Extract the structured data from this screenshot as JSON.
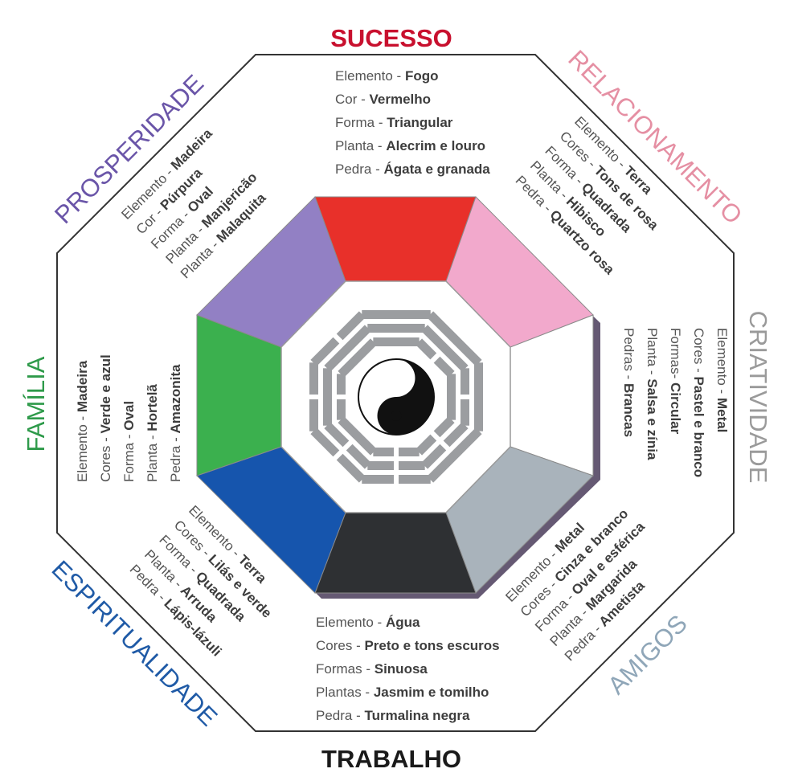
{
  "areas": {
    "sucesso": {
      "title": "SUCESSO",
      "color": "#c8102e",
      "rows": [
        {
          "k": "Elemento - ",
          "v": "Fogo"
        },
        {
          "k": "Cor - ",
          "v": "Vermelho"
        },
        {
          "k": "Forma - ",
          "v": "Triangular"
        },
        {
          "k": "Planta - ",
          "v": "Alecrim e louro"
        },
        {
          "k": "Pedra - ",
          "v": "Ágata e granada"
        }
      ]
    },
    "relacionamento": {
      "title": "RELACIONAMENTO",
      "color": "#e58fa3",
      "rows": [
        {
          "k": "Elemento - ",
          "v": "Terra"
        },
        {
          "k": "Cores - ",
          "v": "Tons de rosa"
        },
        {
          "k": "Forma - ",
          "v": "Quadrada"
        },
        {
          "k": "Planta - ",
          "v": "Hibisco"
        },
        {
          "k": "Pedra - ",
          "v": "Quartzo rosa"
        }
      ]
    },
    "criatividade": {
      "title": "CRIATIVIDADE",
      "color": "#9a9a9a",
      "rows": [
        {
          "k": "Elemento - ",
          "v": "Metal"
        },
        {
          "k": "Cores - ",
          "v": "Pastel e branco"
        },
        {
          "k": "Formas- ",
          "v": "Circular"
        },
        {
          "k": "Planta - ",
          "v": "Salsa e zínia"
        },
        {
          "k": "Pedras - ",
          "v": "Brancas"
        }
      ]
    },
    "amigos": {
      "title": "AMIGOS",
      "color": "#8fa6b8",
      "rows": [
        {
          "k": "Elemento - ",
          "v": "Metal"
        },
        {
          "k": "Cores - ",
          "v": "Cinza e branco"
        },
        {
          "k": "Forma - ",
          "v": "Oval e esférica"
        },
        {
          "k": "Planta - ",
          "v": "Margarida"
        },
        {
          "k": "Pedra - ",
          "v": "Ametista"
        }
      ]
    },
    "trabalho": {
      "title": "TRABALHO",
      "color": "#1a1a1a",
      "rows": [
        {
          "k": "Elemento - ",
          "v": "Água"
        },
        {
          "k": "Cores - ",
          "v": "Preto e tons escuros"
        },
        {
          "k": "Formas - ",
          "v": "Sinuosa"
        },
        {
          "k": "Plantas - ",
          "v": "Jasmim e tomilho"
        },
        {
          "k": "Pedra - ",
          "v": "Turmalina negra"
        }
      ]
    },
    "espiritualidade": {
      "title": "ESPIRITUALIDADE",
      "color": "#1f5aa6",
      "rows": [
        {
          "k": "Elemento - ",
          "v": "Terra"
        },
        {
          "k": "Cores - ",
          "v": "Lilás e verde"
        },
        {
          "k": "Forma - ",
          "v": "Quadrada"
        },
        {
          "k": "Planta - ",
          "v": "Arruda"
        },
        {
          "k": "Pedra - ",
          "v": "Lápis-lázuli"
        }
      ]
    },
    "familia": {
      "title": "FAMÍLIA",
      "color": "#2e9a4a",
      "rows": [
        {
          "k": "Elemento - ",
          "v": "Madeira"
        },
        {
          "k": "Cores - ",
          "v": "Verde e azul"
        },
        {
          "k": "Forma - ",
          "v": "Oval"
        },
        {
          "k": "Planta - ",
          "v": "Hortelã"
        },
        {
          "k": "Pedra - ",
          "v": "Amazonita"
        }
      ]
    },
    "prosperidade": {
      "title": "PROSPERIDADE",
      "color": "#6a55a8",
      "rows": [
        {
          "k": "Elemento - ",
          "v": "Madeira"
        },
        {
          "k": "Cor - ",
          "v": "Púrpura"
        },
        {
          "k": "Forma - ",
          "v": "Oval"
        },
        {
          "k": "Planta - ",
          "v": "Manjericão"
        },
        {
          "k": "Planta - ",
          "v": "Malaquita"
        }
      ]
    }
  },
  "segment_colors": {
    "sucesso": "#e8302a",
    "relacionamento": "#f2a9cc",
    "criatividade": "#ffffff",
    "amigos": "#a9b3bb",
    "trabalho": "#2e3033",
    "espiritualidade": "#1655ad",
    "familia": "#3bb04e",
    "prosperidade": "#9280c4"
  },
  "trigram_color": "#9b9da0",
  "icons": [
    "yin-yang-icon",
    "trigram-icon"
  ]
}
